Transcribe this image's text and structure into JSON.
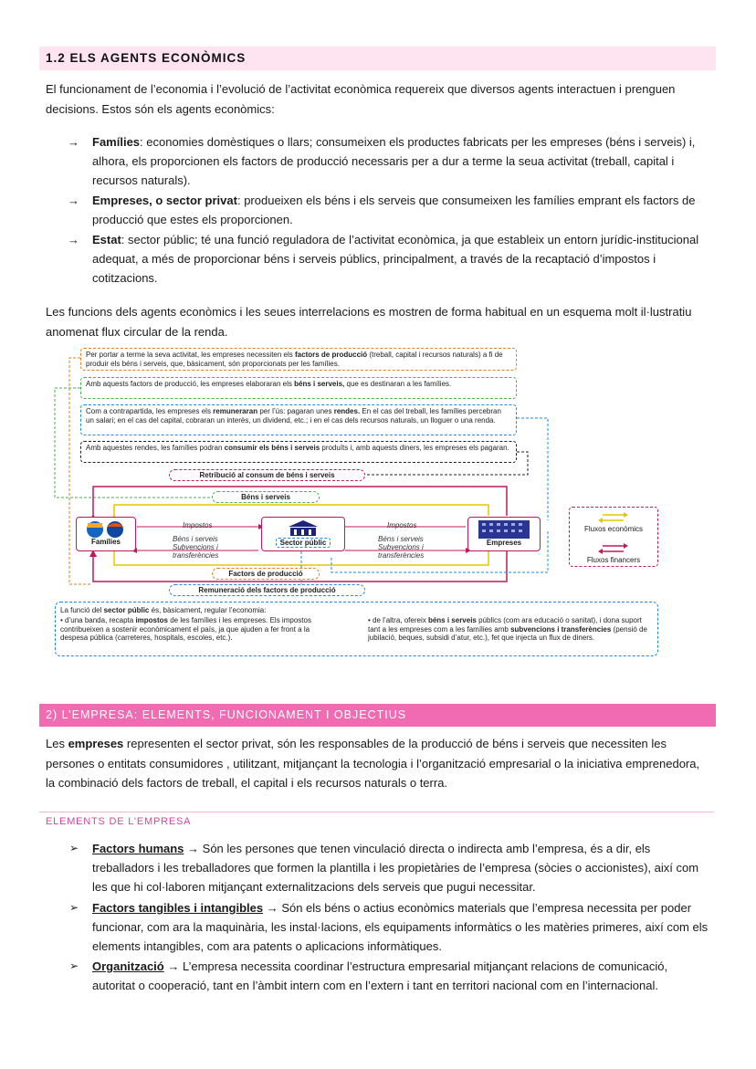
{
  "section1": {
    "title": "1.2 ELS AGENTS ECONÒMICS",
    "intro": "El funcionament de l’economia i l’evolució de l’activitat econòmica requereix que diversos agents interactuen i prenguen decisions. Estos són els agents econòmics:",
    "bullets": [
      {
        "term": "Famílies",
        "text": ": economies domèstiques o llars; consumeixen els productes fabricats per les empreses (béns i serveis) i, alhora, els proporcionen els factors de producció necessaris per a dur a terme la seua activitat (treball, capital i recursos naturals)."
      },
      {
        "term": "Empreses, o sector privat",
        "text": ": produeixen els béns i els serveis que consumeixen les famílies emprant els factors de producció que estes els proporcionen."
      },
      {
        "term": "Estat",
        "text": ": sector públic; té una funció reguladora de l’activitat econòmica, ja que estableix un entorn jurídic-institucional adequat, a més de proporcionar béns i serveis públics, principalment, a través de la recaptació d’impostos i cotitzacions."
      }
    ],
    "outro": "Les funcions dels agents econòmics i les seues interrelacions es mostren de forma habitual en un esquema molt il·lustratiu anomenat flux circular de la renda."
  },
  "diagram": {
    "box1": {
      "pre": "Per portar a terme la seva activitat, les empreses necessiten els ",
      "bold": "factors de producció",
      "post": " (treball, capital i recursos naturals) a fi de produir els béns i serveis, que, bàsicament, són proporcionats per les famílies."
    },
    "box2": {
      "pre": "Amb aquests factors de producció, les empreses elaboraran els ",
      "bold": "béns i serveis,",
      "post": " que es destinaran a les famílies."
    },
    "box3": {
      "pre": "Com a contrapartida, les empreses els ",
      "bold": "remuneraran",
      "mid": " per l’ús: pagaran unes ",
      "bold2": "rendes.",
      "post": " En el cas del treball, les famílies percebran un salari; en el cas del capital, cobraran un interès, un dividend, etc.; i en el cas dels recursos naturals, un lloguer o una renda."
    },
    "box4": {
      "pre": "Amb aquestes rendes, les famílies podran ",
      "bold": "consumir els béns i serveis",
      "post": " produïts i, amb aquests diners, les empreses els pagaran."
    },
    "pill_retribucio": "Retribució al consum de béns i serveis",
    "pill_bens": "Béns i serveis",
    "pill_factors": "Factors de producció",
    "pill_remuneracio": "Remuneració dels factors de producció",
    "actor_families": "Famílies",
    "actor_sector": "Sector públic",
    "actor_empreses": "Empreses",
    "left_impostos": "Impostos",
    "left_bens": "Béns i serveis",
    "left_subv": "Subvencions i",
    "left_transf": "transferències",
    "right_impostos": "Impostos",
    "right_bens": "Béns i serveis",
    "right_subv": "Subvencions i",
    "right_transf": "transferències",
    "legend_economics": "Fluxos econòmics",
    "legend_financers": "Fluxos financers",
    "bottom_title_pre": "La funció del ",
    "bottom_title_bold": "sector públic",
    "bottom_title_post": " és, bàsicament, regular l’economia:",
    "bottom_left_pre": "d’una banda, recapta ",
    "bottom_left_bold": "impostos",
    "bottom_left_post": " de les famílies i les empreses. Els impostos contribueixen a sostenir econòmicament el país, ja que ajuden a fer front a la despesa pública (carreteres, hospitals, escoles, etc.).",
    "bottom_right_pre": "de l’altra, ofereix ",
    "bottom_right_bold": "béns i serveis",
    "bottom_right_mid": " públics (com ara educació o sanitat), i dona suport tant a les empreses com a les famílies amb ",
    "bottom_right_bold2": "subvencions i transferències",
    "bottom_right_post": " (pensió de jubilació, beques, subsidi d’atur, etc.), fet que injecta un flux de diners.",
    "colors": {
      "pink": "#c2185b",
      "green": "#4caf50",
      "yellow": "#e6c800",
      "blue": "#1e88e5",
      "orange": "#e67e22",
      "black": "#222222"
    }
  },
  "section2": {
    "title": "2) L’EMPRESA: ELEMENTS, FUNCIONAMENT I OBJECTIUS",
    "intro_pre": "Les ",
    "intro_bold": "empreses",
    "intro_post": " representen el sector privat, són les responsables de la producció de béns i serveis que necessiten les persones o entitats consumidores , utilitzant, mitjançant la tecnologia i l’organització empresarial o la iniciativa emprenedora, la combinació dels factors de treball, el capital i els recursos naturals o terra.",
    "subtitle": "ELEMENTS DE L’EMPRESA",
    "bullets": [
      {
        "term": "Factors humans",
        "text": " → Són les persones que tenen vinculació directa o indirecta amb l’empresa, és a dir, els treballadors i les treballadores que formen la plantilla i les propietàries de l’empresa (sòcies o accionistes), així com les que hi col·laboren mitjançant externalitzacions dels serveis que pugui necessitar."
      },
      {
        "term": "Factors tangibles i intangibles",
        "text": " → Són els béns o actius econòmics materials que l’empresa necessita per poder funcionar, com ara la maquinària, les instal·lacions, els equipaments informàtics o les matèries primeres, així com els elements intangibles, com ara patents o aplicacions informàtiques."
      },
      {
        "term": "Organització",
        "text": " → L’empresa necessita coordinar l’estructura empresarial mitjançant relacions de comunicació, autoritat o cooperació, tant en l’àmbit intern com en l’extern i tant en territori nacional com en l’internacional."
      }
    ]
  }
}
